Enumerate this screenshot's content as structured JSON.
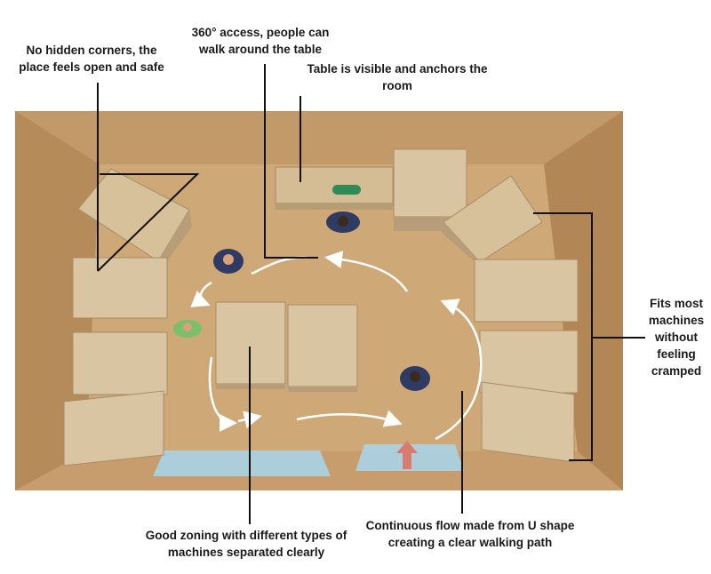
{
  "annotations": {
    "corners": {
      "line1": "No hidden corners, the",
      "line2": "place feels open and safe"
    },
    "access": {
      "line1": "360° access, people can",
      "line2": "walk around the table"
    },
    "table": {
      "line1": "Table is visible and anchors the",
      "line2": "room"
    },
    "fits": {
      "line1": "Fits most",
      "line2": "machines",
      "line3": "without",
      "line4": "feeling",
      "line5": "cramped"
    },
    "zoning": {
      "line1": "Good zoning with different types of",
      "line2": "machines separated clearly"
    },
    "flow": {
      "line1": "Continuous flow made from U shape",
      "line2": "creating a clear walking path"
    }
  },
  "colors": {
    "cardboard_floor": "#c9a274",
    "cardboard_wall": "#b88d5e",
    "box_top": "#d8c3a0",
    "box_side": "#bda57f",
    "table_marker": "#2e8b57",
    "entrance_mat": "#a9d3e6",
    "entrance_arrow": "#d97b6f",
    "flow_arrow": "#ffffff",
    "leader_line": "#111111"
  },
  "icons": [
    "person-topview-icon",
    "entrance-arrow-icon",
    "flow-arrow-icon"
  ]
}
